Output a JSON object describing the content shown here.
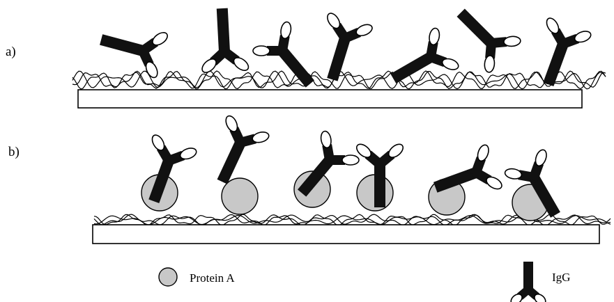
{
  "panels": {
    "a": {
      "label": "a)"
    },
    "b": {
      "label": "b)"
    }
  },
  "legend": {
    "protein_label": "Protein A",
    "igg_label": "IgG"
  },
  "colors": {
    "protein_fill": "#c8c8c8",
    "antibody": "#111111",
    "outline": "#000000"
  },
  "icons": {
    "protein": "grey-circle",
    "antibody": "y-shaped-igg"
  }
}
